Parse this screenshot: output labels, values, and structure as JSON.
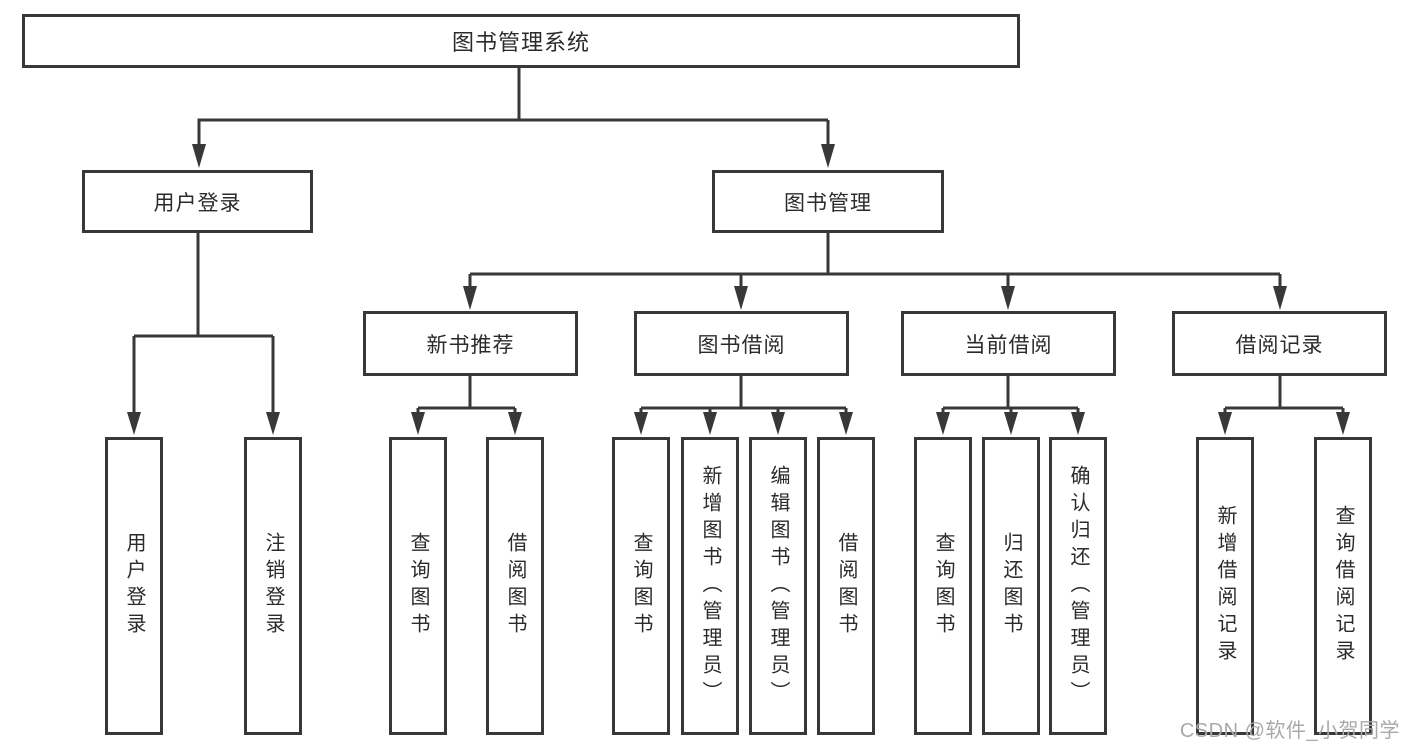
{
  "tree": {
    "root": "图书管理系统",
    "branches": [
      {
        "label": "用户登录",
        "children": [
          "用户登录",
          "注销登录"
        ]
      },
      {
        "label": "图书管理",
        "groups": [
          {
            "label": "新书推荐",
            "children": [
              "查询图书",
              "借阅图书"
            ]
          },
          {
            "label": "图书借阅",
            "children": [
              "查询图书",
              "新增图书（管理员）",
              "编辑图书（管理员）",
              "借阅图书"
            ]
          },
          {
            "label": "当前借阅",
            "children": [
              "查询图书",
              "归还图书",
              "确认归还（管理员）"
            ]
          },
          {
            "label": "借阅记录",
            "children": [
              "新增借阅记录",
              "查询借阅记录"
            ]
          }
        ]
      }
    ]
  },
  "watermark": {
    "text": "CSDN @软件_小贺同学"
  },
  "colors": {
    "line": "#383838",
    "box_border": "#383838",
    "text": "#2b2b2b",
    "watermark": "#a9a9a9",
    "background": "#ffffff"
  }
}
